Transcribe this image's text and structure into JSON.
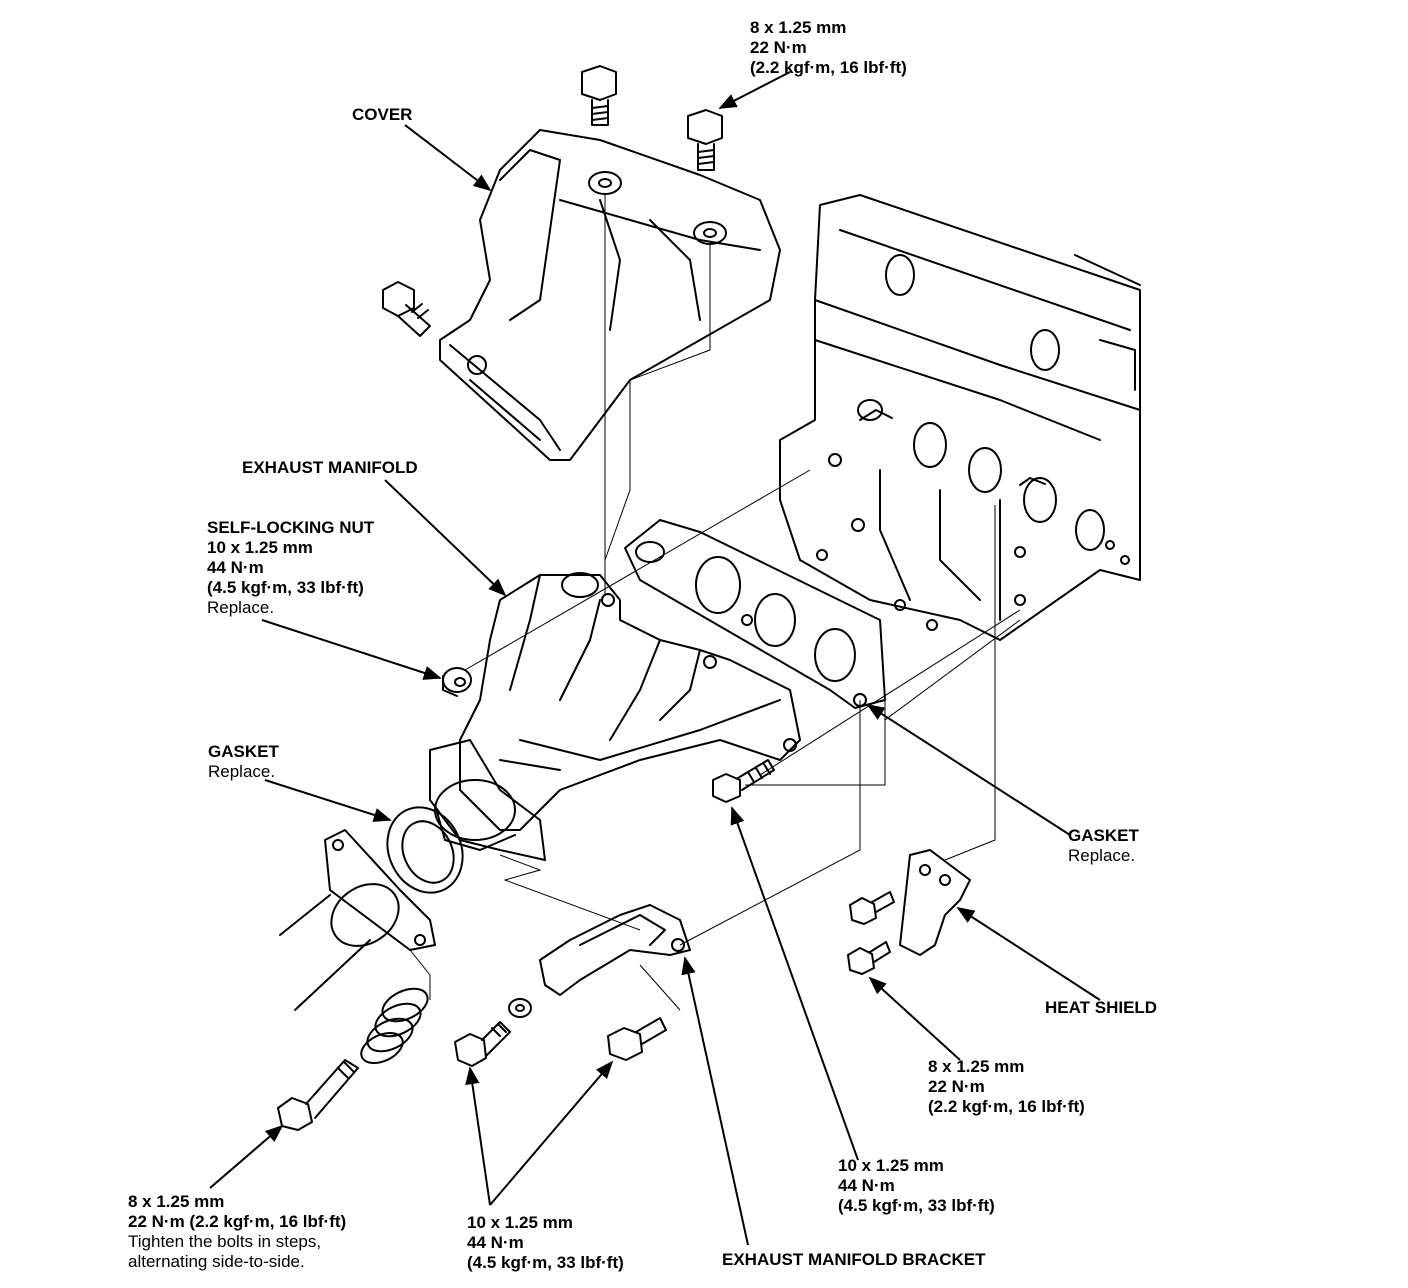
{
  "labels": {
    "top_torque": {
      "lines": [
        "8 x 1.25 mm",
        "22 N·m",
        "(2.2 kgf·m, 16 lbf·ft)"
      ]
    },
    "cover": {
      "lines": [
        "COVER"
      ]
    },
    "exhaust_manifold": {
      "lines": [
        "EXHAUST MANIFOLD"
      ]
    },
    "self_locking_nut": {
      "lines": [
        "SELF-LOCKING NUT",
        "10 x 1.25 mm",
        "44 N·m",
        "(4.5 kgf·m, 33 lbf·ft)",
        "Replace."
      ]
    },
    "gasket_left": {
      "lines": [
        "GASKET",
        "Replace."
      ]
    },
    "gasket_right": {
      "lines": [
        "GASKET",
        "Replace."
      ]
    },
    "heat_shield": {
      "lines": [
        "HEAT SHIELD"
      ]
    },
    "heat_shield_bolt": {
      "lines": [
        "8 x 1.25 mm",
        "22 N·m",
        "(2.2 kgf·m, 16 lbf·ft)"
      ]
    },
    "manifold_bolt": {
      "lines": [
        "10 x 1.25 mm",
        "44 N·m",
        "(4.5 kgf·m, 33 lbf·ft)"
      ]
    },
    "flange_bolt": {
      "lines": [
        "8 x 1.25 mm",
        "22 N·m (2.2 kgf·m, 16 lbf·ft)",
        "Tighten the bolts in steps,",
        "alternating side-to-side."
      ]
    },
    "bracket_bolt": {
      "lines": [
        "10 x 1.25 mm",
        "44 N·m",
        "(4.5 kgf·m, 33 lbf·ft)"
      ]
    },
    "bracket": {
      "lines": [
        "EXHAUST MANIFOLD BRACKET"
      ]
    }
  }
}
